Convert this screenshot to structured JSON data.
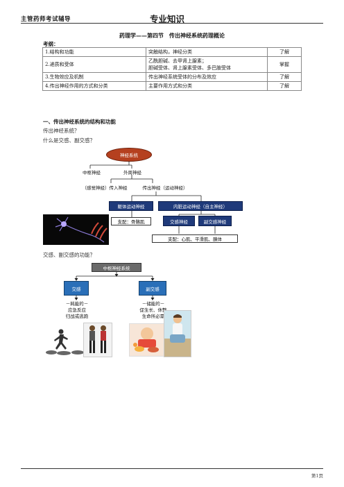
{
  "header": {
    "left": "主管药师考试辅导",
    "center": "专业知识"
  },
  "title": "药理学——第四节　传出神经系统药理概论",
  "outline_label": "考纲：",
  "outline_rows": [
    {
      "topic": "1.结构和功能",
      "content": "突触结构，神经分类",
      "level": "了解"
    },
    {
      "topic": "2.递质和受体",
      "content": "乙酰胆碱、去甲肾上腺素；",
      "content2": "胆碱受体、肾上腺素受体、多巴胺受体",
      "level": "掌握"
    },
    {
      "topic": "3.生物效应及机制",
      "content": "传出神经系统受体的分布及效应",
      "level": "了解"
    },
    {
      "topic": "4.传出神经作用的方式和分类",
      "content": "主要作用方式和分类",
      "level": "了解"
    }
  ],
  "section1": {
    "heading": "一、传出神经系统的结构和功能",
    "q1": "传出神经系统？",
    "q2": "什么是交感、副交感？",
    "q3": "交感、副交感的功能？"
  },
  "diagram1": {
    "root": "神经系统",
    "central": "中枢神经",
    "peripheral": "外周神经",
    "afferent": "（感觉神经）传入神经",
    "efferent": "传出神经（运动神经）",
    "somatic": "躯体运动神经",
    "autonomic": "内脏运动神经（自主神经）",
    "somatic_target": "支配：骨骼肌",
    "sympathetic": "交感神经",
    "parasympathetic": "副交感神经",
    "autonomic_target": "支配：心肌、平滑肌、腺体"
  },
  "diagram2": {
    "root": "中枢神经系统",
    "sympathetic": "交感",
    "parasympathetic": "副交感",
    "symp_func": [
      "－耗能的－",
      "应急反应",
      "归战或逃跑"
    ],
    "para_func": [
      "－储能的－",
      "促生长、休整",
      "生命所必需"
    ]
  },
  "footer": {
    "page": "第1页"
  }
}
